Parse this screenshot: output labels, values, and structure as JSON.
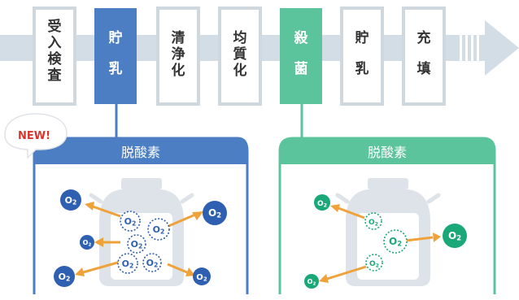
{
  "process": {
    "steps": [
      {
        "label": "受入検査",
        "style": "plain"
      },
      {
        "label": "貯乳",
        "style": "blue"
      },
      {
        "label": "清浄化",
        "style": "plain"
      },
      {
        "label": "均質化",
        "style": "plain"
      },
      {
        "label": "殺菌",
        "style": "green"
      },
      {
        "label": "貯乳",
        "style": "plain"
      },
      {
        "label": "充填",
        "style": "plain"
      }
    ]
  },
  "badge": {
    "text": "NEW!"
  },
  "panels": {
    "left": {
      "title": "脱酸素"
    },
    "right": {
      "title": "脱酸素"
    }
  },
  "molecule": {
    "label": "O2"
  },
  "colors": {
    "flow": "#d2dde5",
    "step_border": "#cfd8df",
    "blue": "#4b7ec2",
    "green": "#5bc49c",
    "arrow": "#f0a23a",
    "badge": "#d9342b"
  }
}
